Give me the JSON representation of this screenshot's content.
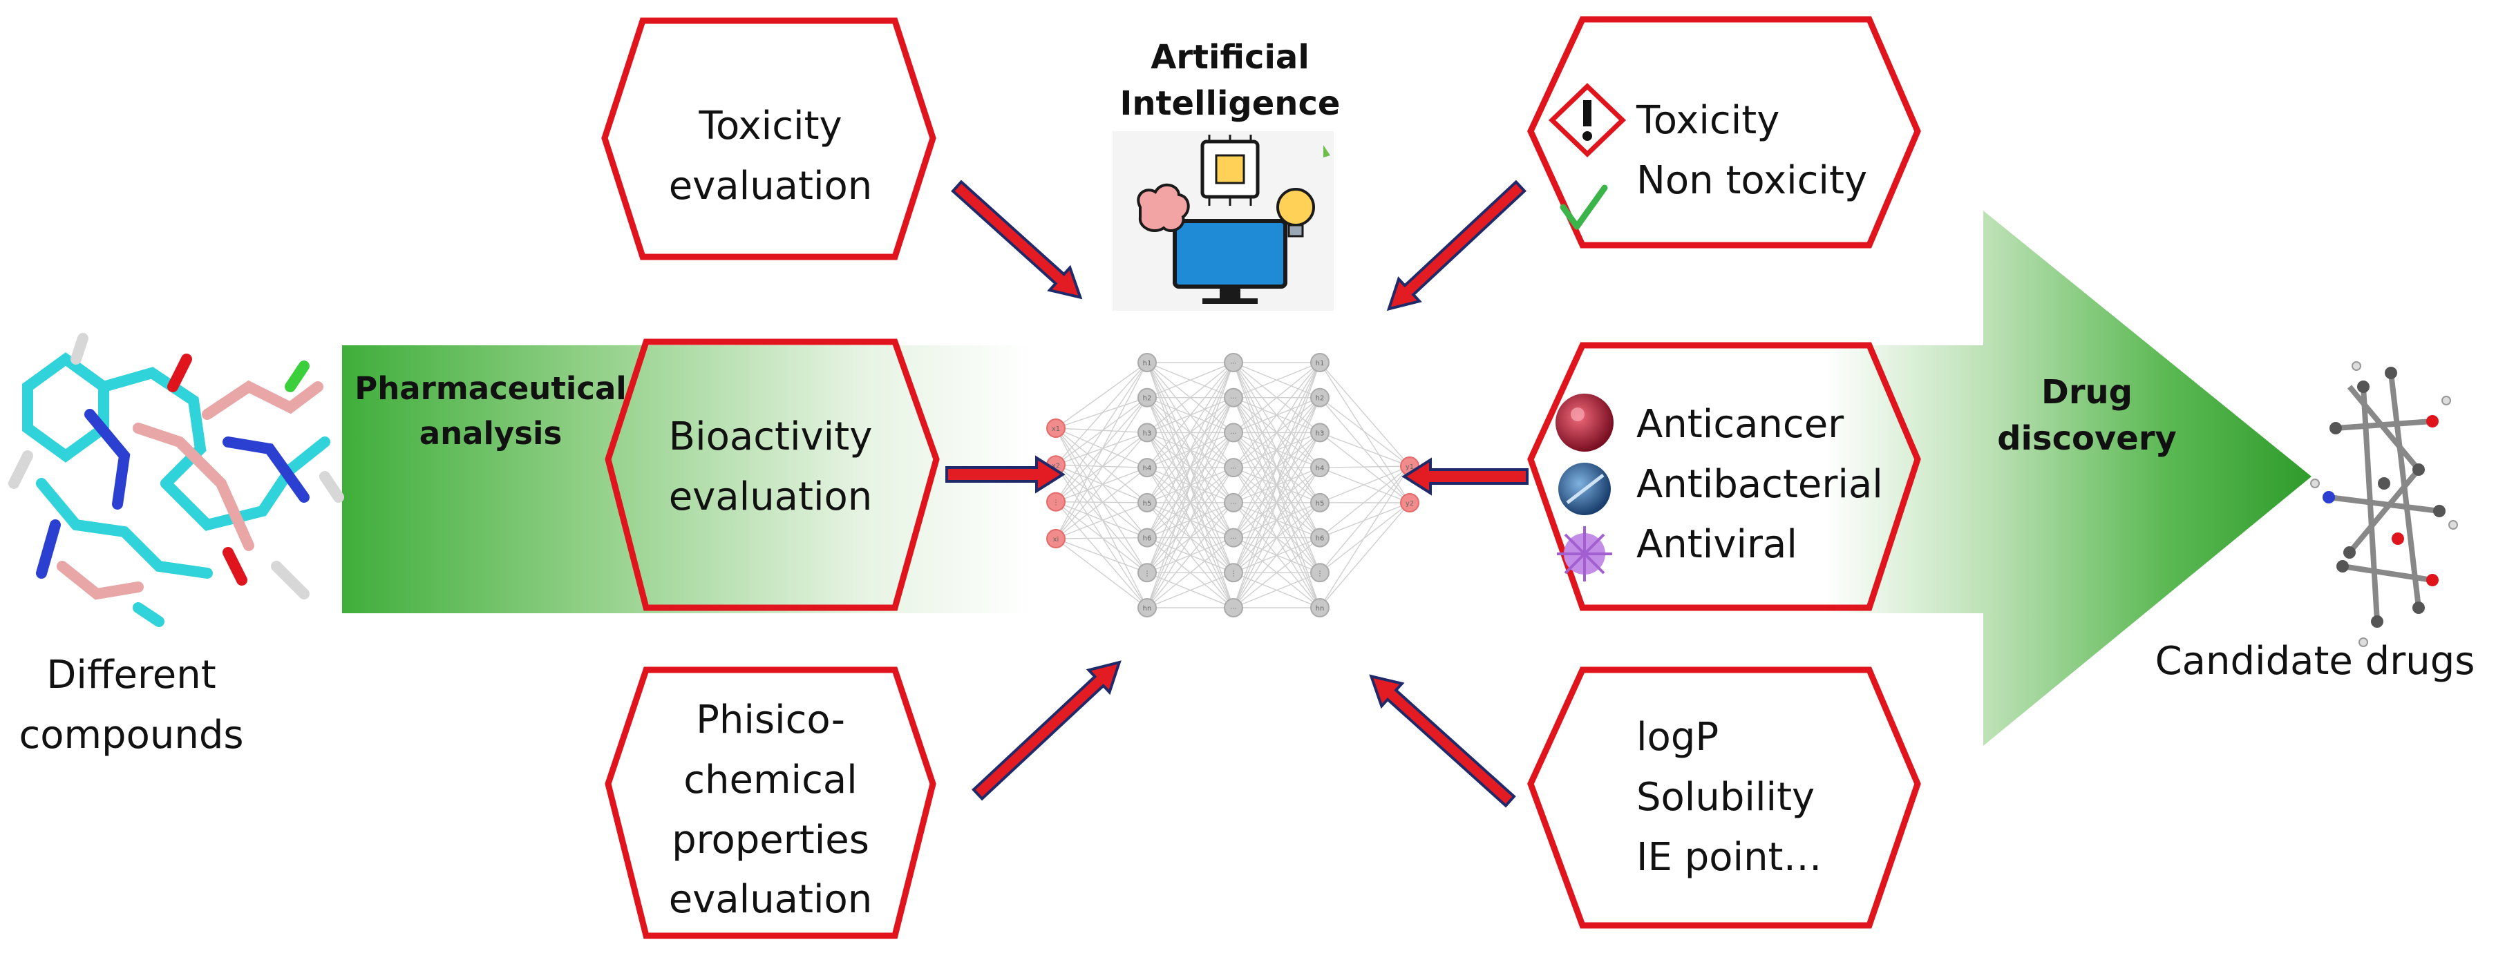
{
  "colors": {
    "hexagon_stroke": "#e0141c",
    "arrow_fill": "#e31b23",
    "arrow_outline": "#1f2a6b",
    "band_green": "#3fae3a",
    "big_arrow_green": "#3aa535",
    "node_red": "#f28b8b",
    "node_grey": "#c8c8c8",
    "molecule_cyan": "#2fd3d9",
    "screen_blue": "#1f8bd6"
  },
  "icons": {
    "warning": "exclamation-hazard-diamond-icon",
    "check": "check-mark-icon",
    "cancer_cell": "cancer-cell-icon",
    "bacterium": "bacterium-icon",
    "virus": "virus-icon",
    "ai": "computer-brain-chip-bulb-icon"
  },
  "labels": {
    "different_compounds": [
      "Different",
      "compounds"
    ],
    "pharma_analysis": [
      "Pharmaceutical",
      "analysis"
    ],
    "ai": [
      "Artificial",
      "Intelligence"
    ],
    "drug_discovery": [
      "Drug",
      "discovery"
    ],
    "candidate_drugs": "Candidate drugs"
  },
  "left_hexagons": {
    "toxicity": [
      "Toxicity",
      "evaluation"
    ],
    "bioactivity": [
      "Bioactivity",
      "evaluation"
    ],
    "physico": [
      "Phisico-",
      "chemical",
      "properties",
      "evaluation"
    ]
  },
  "right_hexagons": {
    "toxicity": [
      "Toxicity",
      "Non toxicity"
    ],
    "bioactivity": [
      "Anticancer",
      "Antibacterial",
      "Antiviral"
    ],
    "properties": [
      "logP",
      "Solubility",
      "IE point…"
    ]
  },
  "network": {
    "input_nodes": [
      "x1",
      "x2",
      "⋮",
      "xi"
    ],
    "output_nodes": [
      "y1",
      "y2"
    ],
    "hidden_layers": [
      [
        "h1",
        "h2",
        "h3",
        "h4",
        "h5",
        "h6",
        "⋮",
        "hn"
      ],
      [
        "⋯",
        "⋯",
        "⋯",
        "⋯",
        "⋯",
        "⋯",
        "⋮",
        "⋯"
      ],
      [
        "h1",
        "h2",
        "h3",
        "h4",
        "h5",
        "h6",
        "⋮",
        "hn"
      ]
    ]
  }
}
